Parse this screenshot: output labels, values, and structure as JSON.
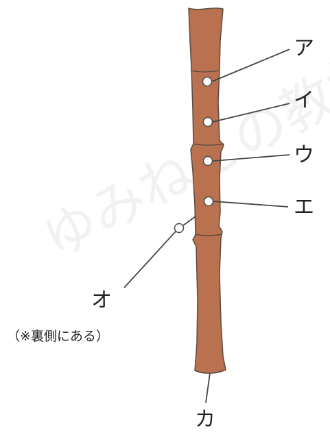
{
  "labels": {
    "a": "ア",
    "i": "イ",
    "u": "ウ",
    "e": "エ",
    "o": "オ",
    "o_note": "（※裏側にある）",
    "ka": "カ"
  },
  "watermark": "ゆみねこの教材",
  "colors": {
    "body_fill": "#B9714F",
    "outline": "#5a4a42",
    "leader_line": "#444444",
    "hole_fill": "#ffffff"
  }
}
